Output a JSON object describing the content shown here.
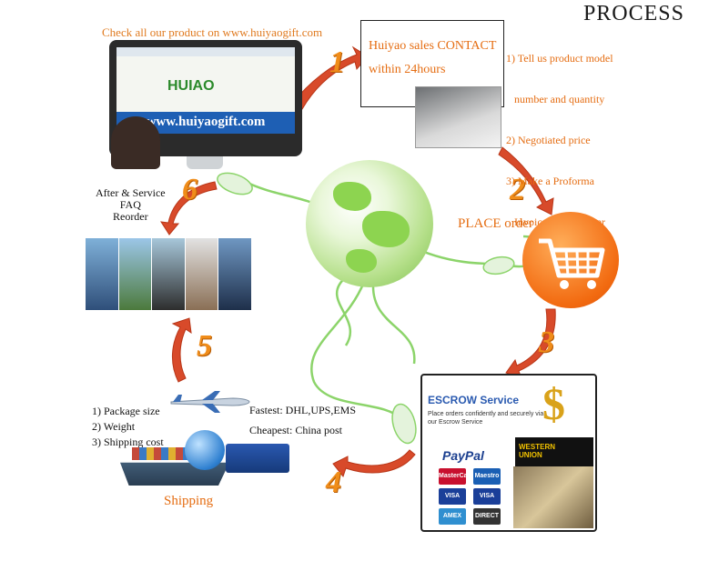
{
  "title": "PROCESS",
  "step1": {
    "check_text": "Check all our product on www.huiyaogift.com",
    "site_logo": "HUIAO",
    "site_url": "www.huiyaogift.com",
    "contact_lines": "Huiyao sales CONTACT\nwithin 24hours",
    "details": [
      "1) Tell us product model",
      "   number and quantity",
      "2) Negotiated price",
      "3) Make a Proforma",
      "   Invoice for customer"
    ]
  },
  "step2": {
    "label": "PLACE order"
  },
  "step3": {
    "escrow_name": "ESCROW Service",
    "escrow_desc": "Place orders confidently and securely via our Escrow Service",
    "paypal": "PayPal",
    "wu": "WESTERN\nUNION",
    "cards": [
      "MasterCard",
      "Maestro",
      "VISA",
      "VISA",
      "AMEX",
      "DIRECT Debit"
    ]
  },
  "step4": {
    "items": [
      "1) Package size",
      "2) Weight",
      "3) Shipping cost"
    ],
    "fastest": "Fastest: DHL,UPS,EMS",
    "cheapest": "Cheapest: China post",
    "label": "Shipping"
  },
  "step6": {
    "lines": [
      "After & Service",
      "FAQ",
      "Reorder"
    ]
  },
  "numbers": [
    "1",
    "2",
    "3",
    "4",
    "5",
    "6"
  ],
  "colors": {
    "accent": "#e56d12",
    "arrow": "#d84a2a",
    "globe": "#8dd450",
    "cable": "#8cd46a"
  }
}
